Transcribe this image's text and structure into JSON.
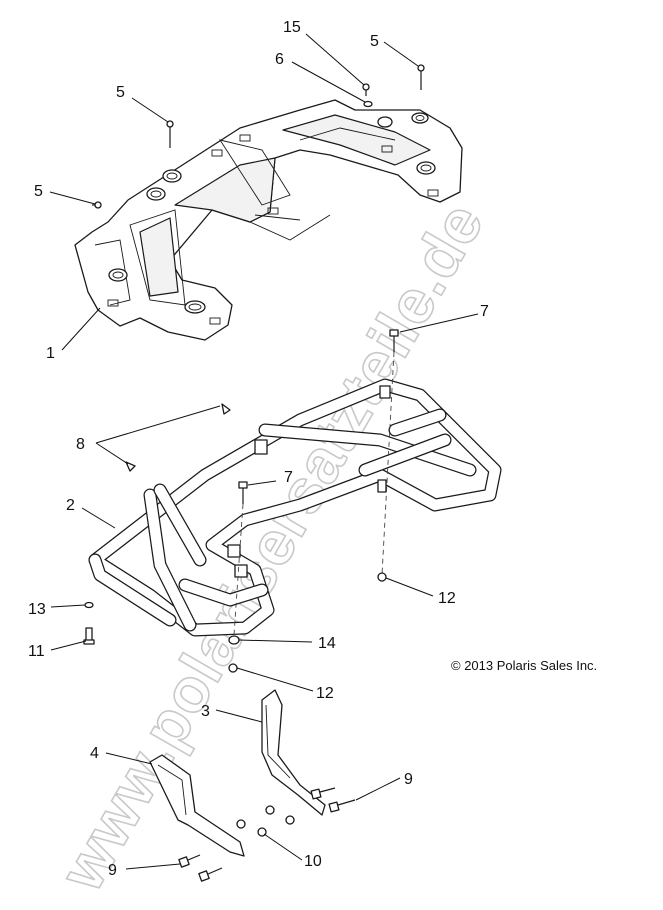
{
  "watermark": "www.polarisersatzteile.de",
  "copyright": "© 2013 Polaris Sales Inc.",
  "callouts": {
    "c1": "1",
    "c2": "2",
    "c3": "3",
    "c4": "4",
    "c5a": "5",
    "c5b": "5",
    "c5c": "5",
    "c6": "6",
    "c7a": "7",
    "c7b": "7",
    "c8": "8",
    "c9a": "9",
    "c9b": "9",
    "c10": "10",
    "c11": "11",
    "c12a": "12",
    "c12b": "12",
    "c13": "13",
    "c14": "14",
    "c15": "15"
  },
  "colors": {
    "line": "#1a1a1a",
    "watermark_outline": "#c9c9c9",
    "background": "#ffffff"
  }
}
